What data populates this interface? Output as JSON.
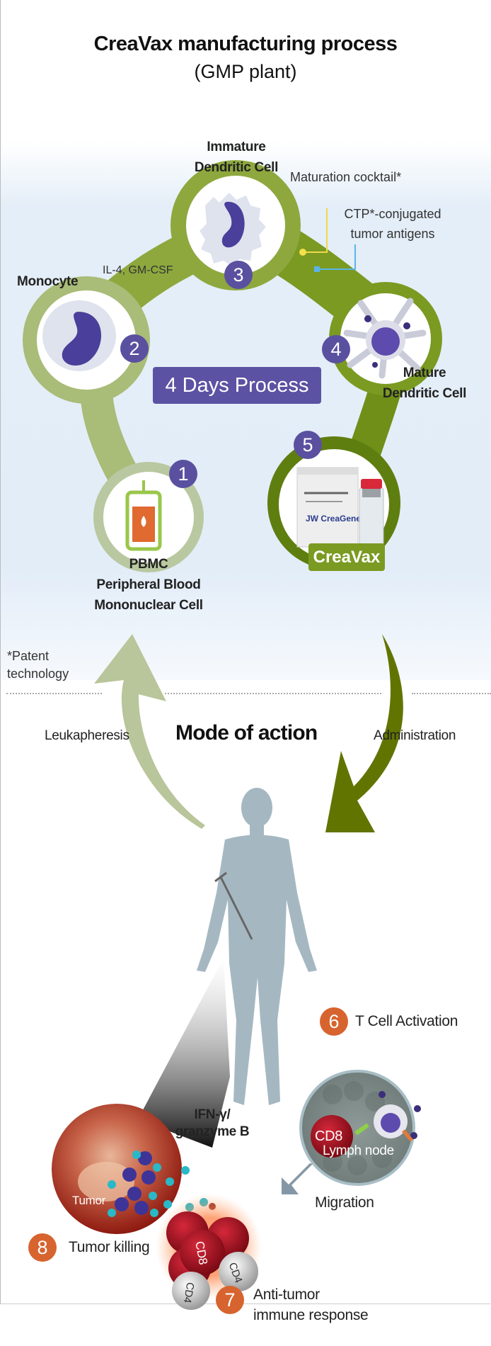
{
  "header": {
    "title": "CreaVax manufacturing process",
    "subtitle": "(GMP plant)"
  },
  "process": {
    "center_label": "4 Days Process",
    "steps": [
      {
        "number": "1",
        "label_line1": "PBMC",
        "label_line2": "Peripheral Blood",
        "label_line3": "Mononuclear Cell",
        "icon": "blood-bag-icon"
      },
      {
        "number": "2",
        "label": "Monocyte",
        "icon": "monocyte-icon"
      },
      {
        "number": "3",
        "label_line1": "Immature",
        "label_line2": "Dendritic Cell",
        "icon": "immature-dendritic-cell-icon"
      },
      {
        "number": "4",
        "label_line1": "Mature",
        "label_line2": "Dendritic Cell",
        "icon": "mature-dendritic-cell-icon"
      },
      {
        "number": "5",
        "label": "CreaVax",
        "icon": "creavax-product-icon"
      }
    ],
    "annotations": {
      "cytokines": "IL-4, GM-CSF",
      "maturation": "Maturation cocktail*",
      "antigens_line1": "CTP*-conjugated",
      "antigens_line2": "tumor antigens"
    },
    "footnote_line1": "*Patent",
    "footnote_line2": "technology"
  },
  "mode_of_action": {
    "title": "Mode of action",
    "left_arrow_label": "Leukapheresis",
    "right_arrow_label": "Administration",
    "steps": [
      {
        "number": "6",
        "label": "T Cell Activation"
      },
      {
        "number": "7",
        "label_line1": "Anti-tumor",
        "label_line2": "immune response"
      },
      {
        "number": "8",
        "label": "Tumor killing"
      }
    ],
    "lymph_node_label": "Lymph node",
    "cd8_label": "CD8",
    "cd4_label": "CD4",
    "tumor_label": "Tumor",
    "cytokine_line1": "IFN-γ/",
    "cytokine_line2": "granzyme B",
    "migration_label": "Migration"
  },
  "colors": {
    "step_number": "#5a50a0",
    "step_number_orange": "#d7642f",
    "green_dark": "#6a8a12",
    "green_light": "#a9bc78",
    "accent_purple": "#5b52a3"
  }
}
